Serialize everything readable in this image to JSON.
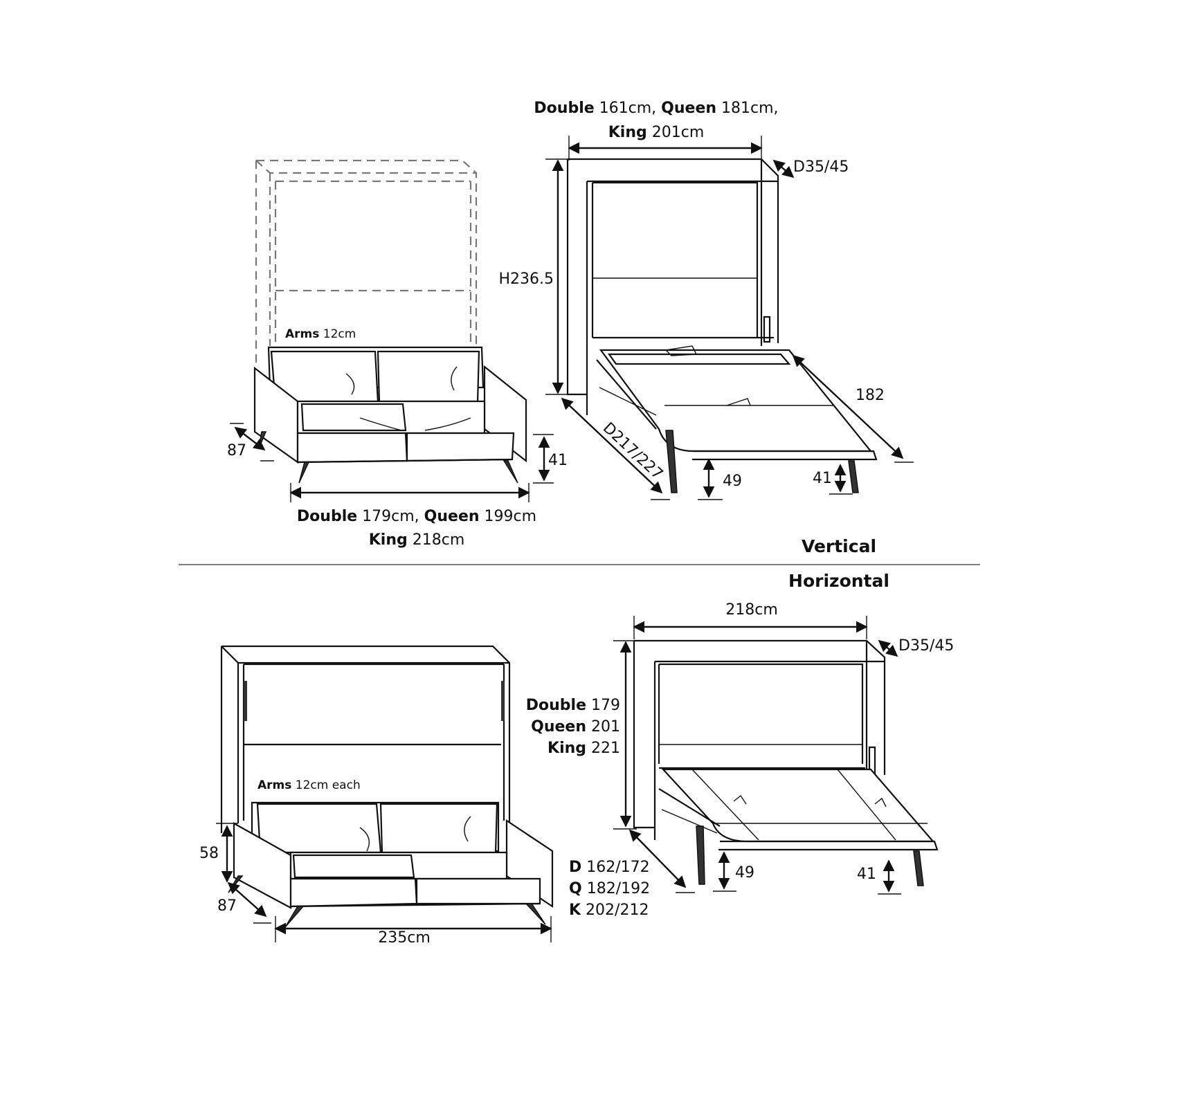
{
  "sections": {
    "vertical_label": "Vertical",
    "horizontal_label": "Horizontal"
  },
  "vertical": {
    "sofa": {
      "arms_bold": "Arms",
      "arms_value": " 12cm",
      "depth": "87",
      "seat_height": "41",
      "width_line1": [
        {
          "text": "Double",
          "bold": true
        },
        {
          "text": " 179cm, ",
          "bold": false
        },
        {
          "text": "Queen",
          "bold": true
        },
        {
          "text": " 199cm",
          "bold": false
        }
      ],
      "width_line2": [
        {
          "text": "King",
          "bold": true
        },
        {
          "text": " 218cm",
          "bold": false
        }
      ]
    },
    "bed": {
      "width_line1": [
        {
          "text": "Double",
          "bold": true
        },
        {
          "text": " 161cm, ",
          "bold": false
        },
        {
          "text": "Queen",
          "bold": true
        },
        {
          "text": " 181cm,",
          "bold": false
        }
      ],
      "width_line2": [
        {
          "text": "King",
          "bold": true
        },
        {
          "text": " 201cm",
          "bold": false
        }
      ],
      "cabinet_depth": "D35/45",
      "height": "H236.5",
      "open_depth": "D217/227",
      "bed_length": "182",
      "leg_height_49": "49",
      "leg_height_41": "41"
    }
  },
  "horizontal": {
    "sofa": {
      "arms_bold": "Arms",
      "arms_value": " 12cm each",
      "back_height": "58",
      "depth": "87",
      "width": "235cm"
    },
    "bed": {
      "width": "218cm",
      "cabinet_depth": "D35/45",
      "height_lines": [
        {
          "label": "Double",
          "value": " 179"
        },
        {
          "label": "Queen",
          "value": " 201"
        },
        {
          "label": "King",
          "value": " 221"
        }
      ],
      "depth_lines": [
        {
          "label": "D",
          "value": " 162/172"
        },
        {
          "label": "Q",
          "value": " 182/192"
        },
        {
          "label": "K",
          "value": " 202/212"
        }
      ],
      "leg_height_49": "49",
      "leg_height_41": "41"
    }
  }
}
